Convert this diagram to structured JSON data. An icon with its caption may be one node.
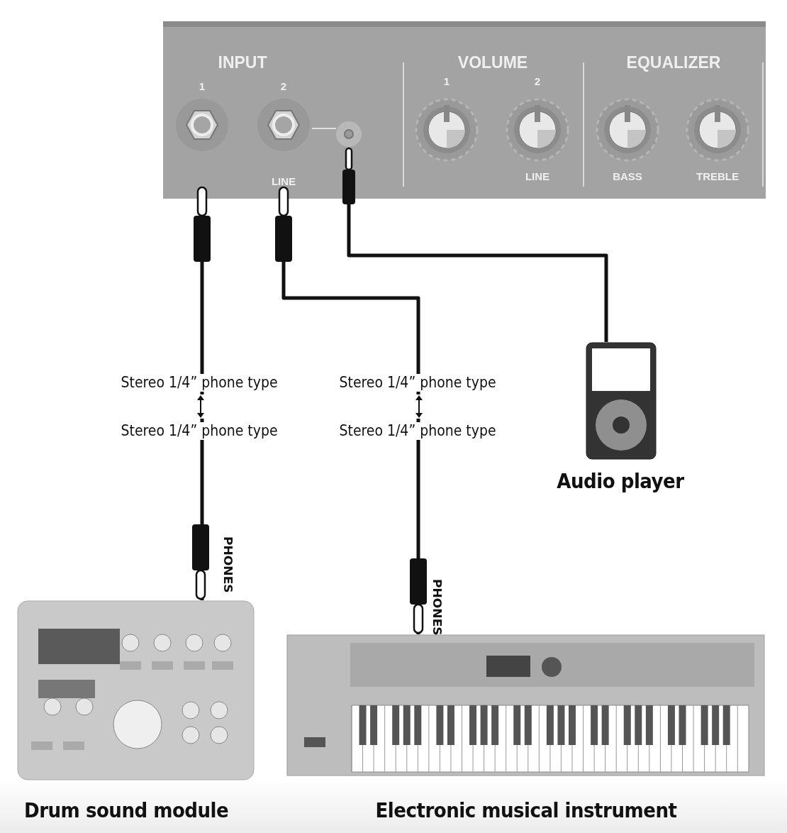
{
  "diagram": {
    "nodes": [
      {
        "text": [],
        "shape": "box"
      },
      {
        "text": [
          "1"
        ],
        "in": 0
      },
      {
        "text": [
          "2",
          "LINE"
        ],
        "in": 0
      },
      {
        "text": [],
        "shape": "circle",
        "in": 0
      },
      {
        "text": [
          "Audio player"
        ]
      },
      {
        "text": [
          "Drum sound module"
        ],
        "beside": [
          "PHONES"
        ]
      },
      {
        "text": [
          "Electronic musical instrument"
        ],
        "beside": [
          "PHONES"
        ]
      }
    ],
    "edges": [
      {
        "from": 1,
        "to": 5,
        "arrow": "none"
      },
      {
        "from": 2,
        "to": 6,
        "arrow": "none"
      },
      {
        "from": 3,
        "to": 4,
        "arrow": "none"
      },
      {
        "from": 2,
        "to": 3,
        "arrow": "none",
        "color": "#e0e0e0"
      }
    ],
    "labels": [
      "INPUT",
      "VOLUME",
      "EQUALIZER",
      "1",
      "2",
      "LINE",
      "BASS",
      "TREBLE",
      "Stereo 1/4” phone type",
      "Stereo 1/4” phone type",
      "Stereo 1/4” phone type",
      "Stereo 1/4” phone type"
    ]
  }
}
